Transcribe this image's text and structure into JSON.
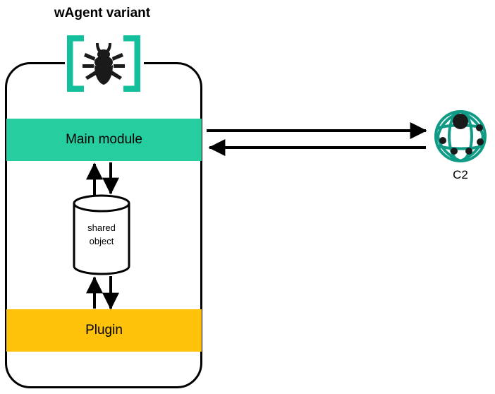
{
  "diagram": {
    "title": "wAgent variant",
    "type": "architecture-diagram"
  },
  "device": {
    "name": "wAgent variant device",
    "badge_icon": "bug-icon",
    "bands": [
      {
        "id": "main-module",
        "label": "Main module",
        "color": "#26CE9F"
      },
      {
        "id": "plugin",
        "label": "Plugin",
        "color": "#FFC20A"
      }
    ],
    "store": {
      "icon": "cylinder-database-icon",
      "label_line1": "shared",
      "label_line2": "object"
    }
  },
  "server": {
    "icon": "globe-network-icon",
    "label": "C2",
    "color": "#109B86"
  },
  "connections": [
    {
      "id": "main-to-c2",
      "from": "Main module",
      "to": "C2",
      "direction": "right"
    },
    {
      "id": "c2-to-main",
      "from": "C2",
      "to": "Main module",
      "direction": "left"
    },
    {
      "id": "store-to-main",
      "from": "shared object",
      "to": "Main module",
      "direction": "up"
    },
    {
      "id": "main-to-store",
      "from": "Main module",
      "to": "shared object",
      "direction": "down"
    },
    {
      "id": "store-to-plugin",
      "from": "shared object",
      "to": "Plugin",
      "direction": "down"
    },
    {
      "id": "plugin-to-store",
      "from": "Plugin",
      "to": "shared object",
      "direction": "up"
    }
  ],
  "colors": {
    "teal": "#26CE9F",
    "yellow": "#FFC20A",
    "globe_teal": "#109B86",
    "stroke": "#000000",
    "background": "#FFFFFF"
  }
}
